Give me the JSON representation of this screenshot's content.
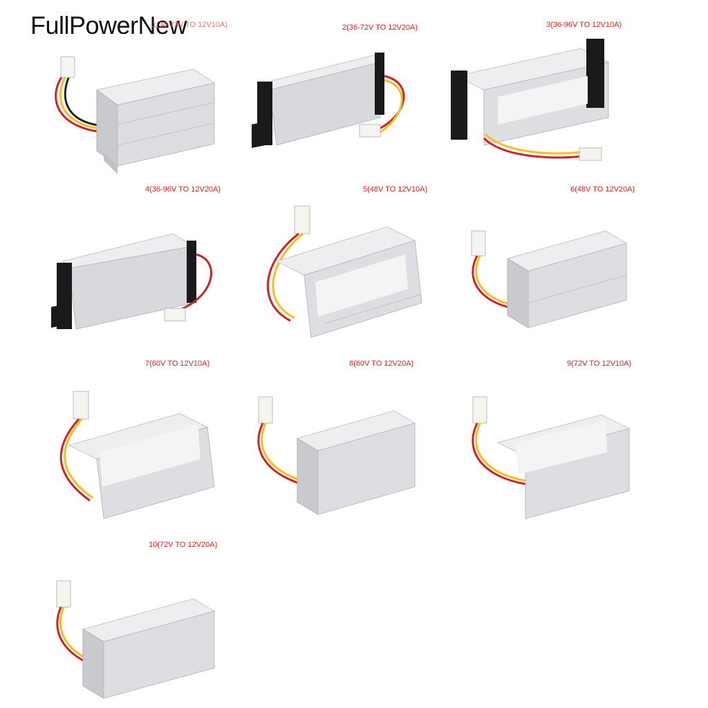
{
  "brand": {
    "watermark": "FullPowerNew"
  },
  "products": [
    {
      "label": "1(36-72V TO 12V10A)",
      "variant": "plain-small"
    },
    {
      "label": "2(36-72V TO 12V20A)",
      "variant": "black-bracket"
    },
    {
      "label": "3(36-96V TO 12V10A)",
      "variant": "black-bracket-labeled"
    },
    {
      "label": "4(36-96V TO 12V20A)",
      "variant": "black-bracket"
    },
    {
      "label": "5(48V TO 12V10A)",
      "variant": "labeled"
    },
    {
      "label": "6(48V TO 12V20A)",
      "variant": "plain"
    },
    {
      "label": "7(60V TO 12V10A)",
      "variant": "labeled"
    },
    {
      "label": "8(60V TO 12V20A)",
      "variant": "plain"
    },
    {
      "label": "9(72V TO 12V10A)",
      "variant": "labeled"
    },
    {
      "label": "10(72V TO 12V20A)",
      "variant": "plain"
    }
  ],
  "colors": {
    "label": "#e02020",
    "aluminum": "#d9dadd",
    "wire_red": "#d42020",
    "wire_yellow": "#f2c020",
    "wire_black": "#222222"
  }
}
